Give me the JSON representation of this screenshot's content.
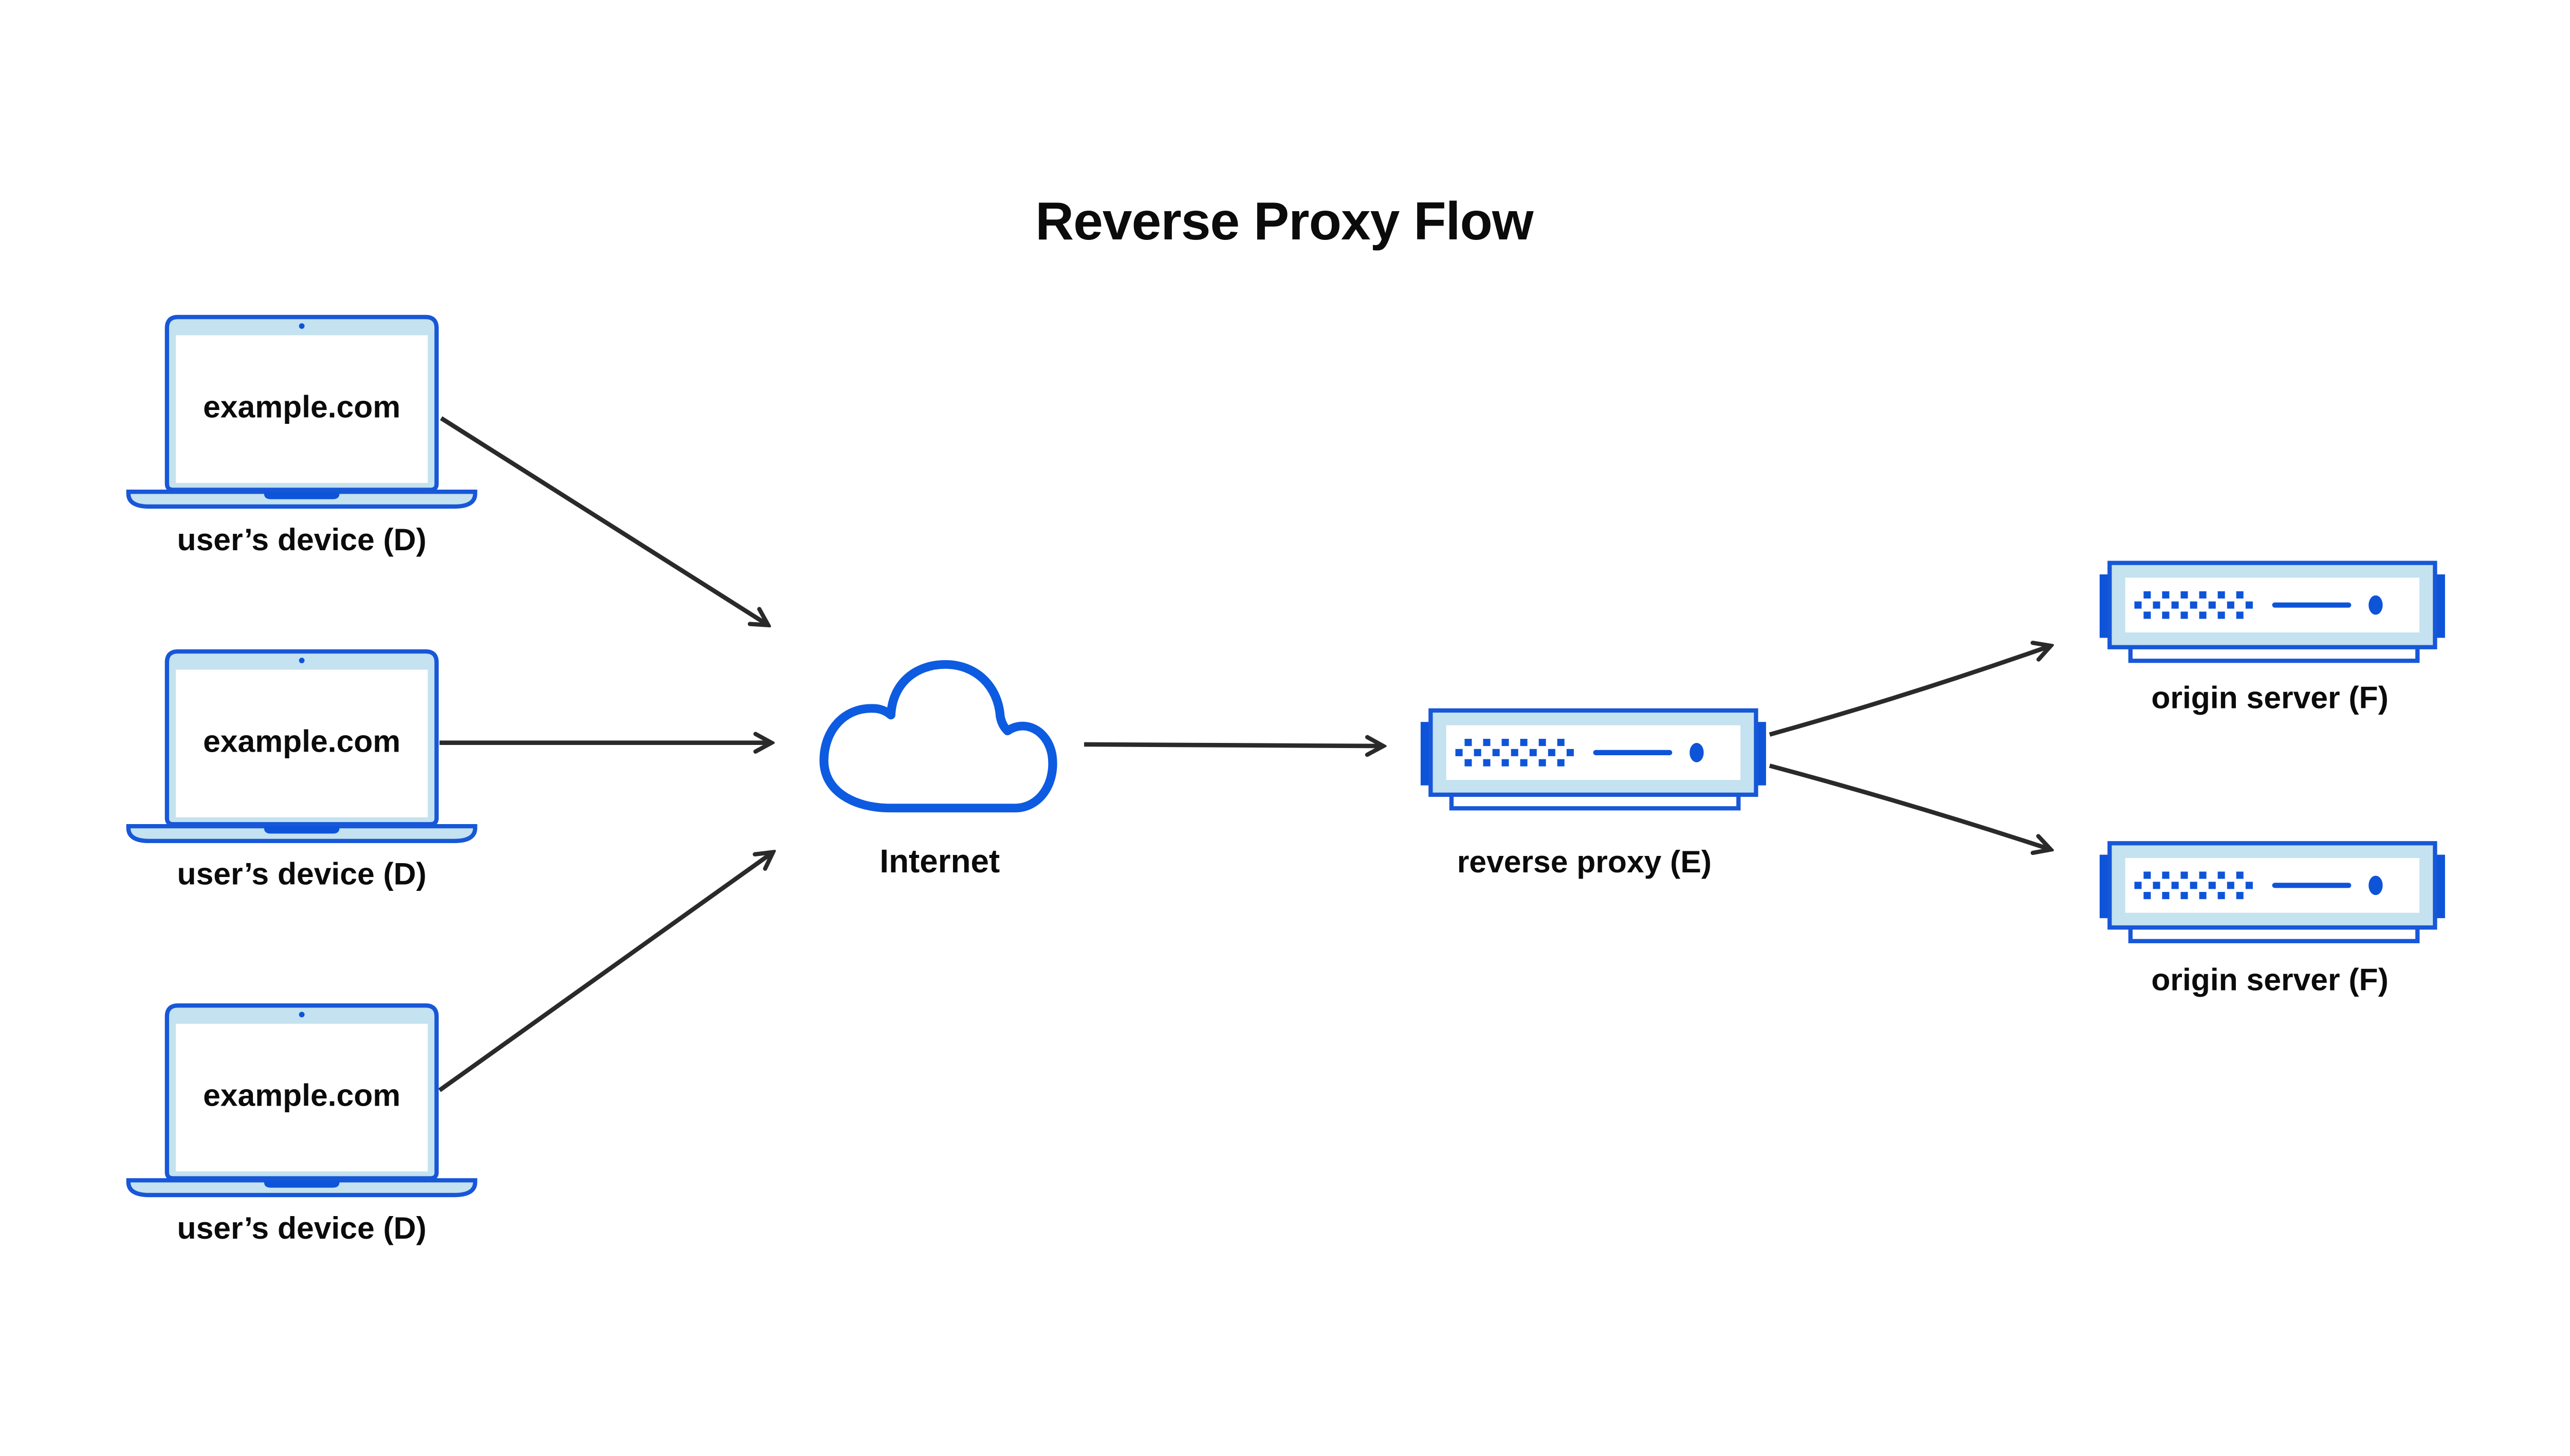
{
  "title": "Reverse Proxy Flow",
  "colors": {
    "outline_blue": "#1757d8",
    "solid_blue": "#0e54d8",
    "light_blue_fill": "#c4e2ef",
    "cloud_blue": "#0d5be0",
    "arrow": "#2a2a2a",
    "text": "#0b0b0b",
    "background": "#ffffff"
  },
  "icons": {
    "user_device": "laptop-icon",
    "internet": "cloud-icon",
    "reverse_proxy": "server-icon",
    "origin_server": "server-icon"
  },
  "nodes": {
    "user_devices": [
      {
        "screen_text": "example.com",
        "label": "user’s device (D)"
      },
      {
        "screen_text": "example.com",
        "label": "user’s device (D)"
      },
      {
        "screen_text": "example.com",
        "label": "user’s device (D)"
      }
    ],
    "internet": {
      "label": "Internet"
    },
    "reverse_proxy": {
      "label": "reverse proxy (E)"
    },
    "origin_servers": [
      {
        "label": "origin server (F)"
      },
      {
        "label": "origin server (F)"
      }
    ]
  },
  "edges": [
    {
      "from": "user-device-1",
      "to": "internet"
    },
    {
      "from": "user-device-2",
      "to": "internet"
    },
    {
      "from": "internet",
      "to": "reverse-proxy"
    },
    {
      "from": "user-device-3",
      "to": "internet"
    },
    {
      "from": "reverse-proxy",
      "to": "origin-server-1"
    },
    {
      "from": "reverse-proxy",
      "to": "origin-server-2"
    }
  ]
}
